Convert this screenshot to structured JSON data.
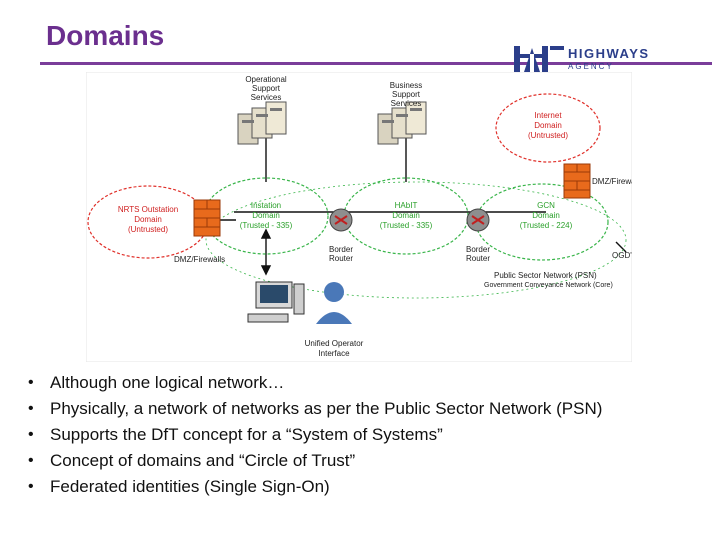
{
  "title": "Domains",
  "logo": {
    "word1": "HIGHWAYS",
    "word2": "AGENCY",
    "color": "#2b3e8a"
  },
  "colors": {
    "title": "#6b2f8e",
    "rule": "#7a3d9a",
    "domain_outline": "#39b54a",
    "untrusted_outline": "#e0302a",
    "untrusted_text": "#d02020",
    "trusted_text": "#2aa02a",
    "firewall": "#e86a1c"
  },
  "diagram": {
    "operational_support": [
      "Operational",
      "Support",
      "Services"
    ],
    "business_support": [
      "Business",
      "Support",
      "Services"
    ],
    "internet_domain": [
      "Internet",
      "Domain",
      "(Untrusted)"
    ],
    "dmz_firewalls_right": "DMZ/Firewalls",
    "dmz_firewalls_left": "DMZ/Firewalls",
    "nrts_domain": [
      "NRTS Outstation",
      "Domain",
      "(Untrusted)"
    ],
    "instation_domain": [
      "Instation",
      "Domain",
      "(Trusted - 335)"
    ],
    "habit_domain": [
      "HAbIT",
      "Domain",
      "(Trusted - 335)"
    ],
    "gcn_domain": [
      "GCN",
      "Domain",
      "(Trusted - 224)"
    ],
    "border_router_1": [
      "Border",
      "Router"
    ],
    "border_router_2": [
      "Border",
      "Router"
    ],
    "ogds": "OGD's",
    "psn_line1": "Public Sector Network (PSN)",
    "psn_line2": "Government Conveyance Network (Core)",
    "uoi": [
      "Unified Operator",
      "Interface"
    ]
  },
  "bullets": [
    "Although one logical network…",
    "Physically, a network of networks as per the Public Sector Network (PSN)",
    "Supports the DfT concept for a “System of Systems”",
    "Concept of domains and “Circle of Trust”",
    "Federated identities (Single Sign-On)"
  ]
}
